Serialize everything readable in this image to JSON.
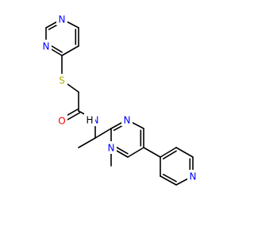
{
  "colors": {
    "background": "#ffffff",
    "bond": "#000000",
    "N": "#0000ff",
    "O": "#ff0000",
    "S": "#b2b200"
  },
  "atoms": [
    {
      "id": "n_pyrimidine_top_1",
      "element": "N",
      "label": "N"
    },
    {
      "id": "n_pyrimidine_top_2",
      "element": "N",
      "label": "N"
    },
    {
      "id": "s_thioether",
      "element": "S",
      "label": "S"
    },
    {
      "id": "o_carbonyl",
      "element": "O",
      "label": "O"
    },
    {
      "id": "n_amide",
      "element": "N",
      "label": "N"
    },
    {
      "id": "h_amide",
      "element": "H",
      "label": "H"
    },
    {
      "id": "n_pyrimidine_core_1",
      "element": "N",
      "label": "N"
    },
    {
      "id": "n_pyrimidine_core_2",
      "element": "N",
      "label": "N"
    },
    {
      "id": "n_pyridine",
      "element": "N",
      "label": "N"
    }
  ]
}
